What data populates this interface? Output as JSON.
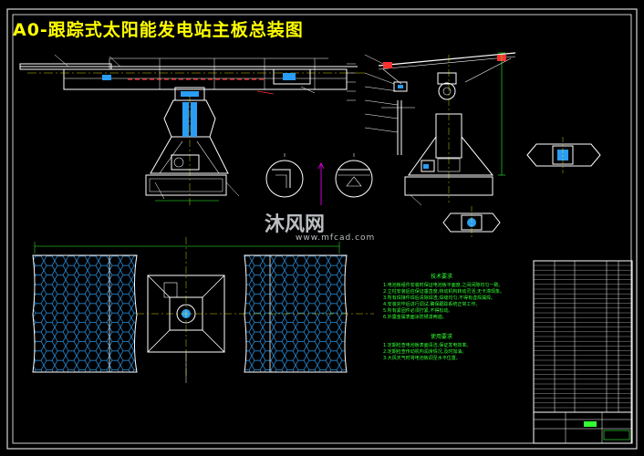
{
  "title": "A0-跟踪式太阳能发电站主板总装图",
  "watermark": {
    "name": "沐风网",
    "url": "www.mfcad.com"
  },
  "tech_notes": {
    "heading": "技术要求",
    "lines": [
      "1.电池板组件安装时保证电池板平面度,之间间隙均匀一致。",
      "2.立柱安装后应保证垂直度,转动机构转动灵活,无卡滞现象。",
      "3.所有焊接件焊后清除焊渣,焊缝均匀,不得有虚焊漏焊。",
      "4.安装完毕后进行调试,确保跟踪系统正常工作。",
      "5.所有紧固件必须拧紧,不得松动。",
      "6.外露金属表面涂防锈漆两遍。"
    ]
  },
  "maint_notes": {
    "heading": "使用要求",
    "lines": [
      "1.定期检查电池板表面清洁,保证发电效率。",
      "2.定期检查传动机构润滑情况,及时加油。",
      "3.大风天气时将电池板调至水平位置。"
    ]
  },
  "colors": {
    "frame": "#ffffff",
    "panel": "#2a9df4",
    "dim": "#33ff33",
    "accent": "#ff3030",
    "support": "#ffff00"
  }
}
